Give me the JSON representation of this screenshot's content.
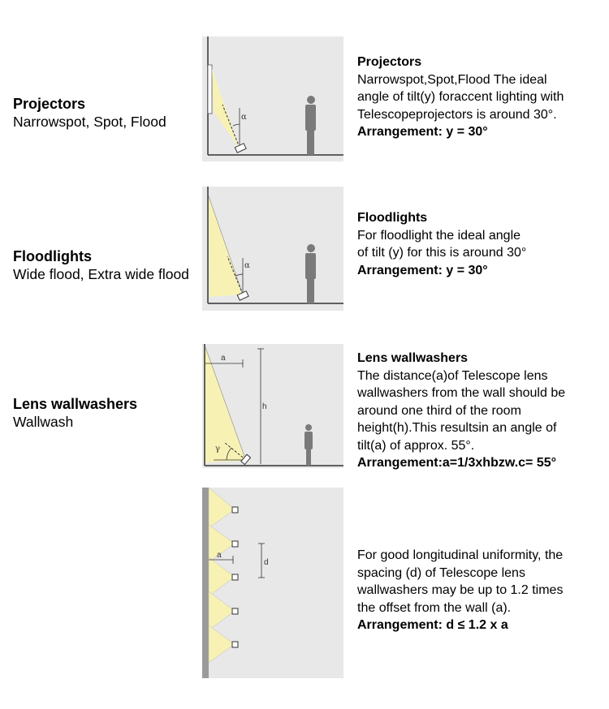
{
  "sections": [
    {
      "left_title": "Projectors",
      "left_subtitle": "Narrowspot, Spot, Flood",
      "desc_title": "Projectors",
      "desc_lines": [
        "Narrowspot,Spot,Flood The ideal",
        "angle of tilt(y) foraccent lighting with",
        "Telescopeprojectors is around 30°."
      ],
      "arrangement": "Arrangement: y = 30°",
      "diagram_labels": [
        "α"
      ]
    },
    {
      "left_title": "Floodlights",
      "left_subtitle": "Wide flood, Extra wide flood",
      "desc_title": "Floodlights",
      "desc_lines": [
        "For floodlight the ideal angle",
        "of tilt (y) for this is around 30°"
      ],
      "arrangement": "Arrangement: y = 30°",
      "diagram_labels": [
        "α"
      ]
    },
    {
      "left_title": "Lens wallwashers",
      "left_subtitle": "Wallwash",
      "desc_title": "Lens wallwashers",
      "desc_lines": [
        "The distance(a)of Telescope lens",
        "wallwashers from the wall should be",
        "around one third of  the room",
        "height(h).This resultsin an angle of",
        "tilt(a) of approx. 55°."
      ],
      "arrangement": "Arrangement:a=1/3xhbzw.c= 55°",
      "diagram_labels": [
        "a",
        "h",
        "γ"
      ]
    },
    {
      "desc_lines": [
        "For good longitudinal uniformity, the",
        "spacing (d) of Telescope lens",
        "wallwashers may be up  to 1.2 times",
        "the offset from the wall (a)."
      ],
      "arrangement": "Arrangement: d ≤ 1.2 x a",
      "diagram_labels": [
        "a",
        "d"
      ]
    }
  ],
  "colors": {
    "panel": "#e8e8e8",
    "light_beam": "#f7f2b4",
    "figure": "#7a7a7a",
    "line": "#333333"
  }
}
